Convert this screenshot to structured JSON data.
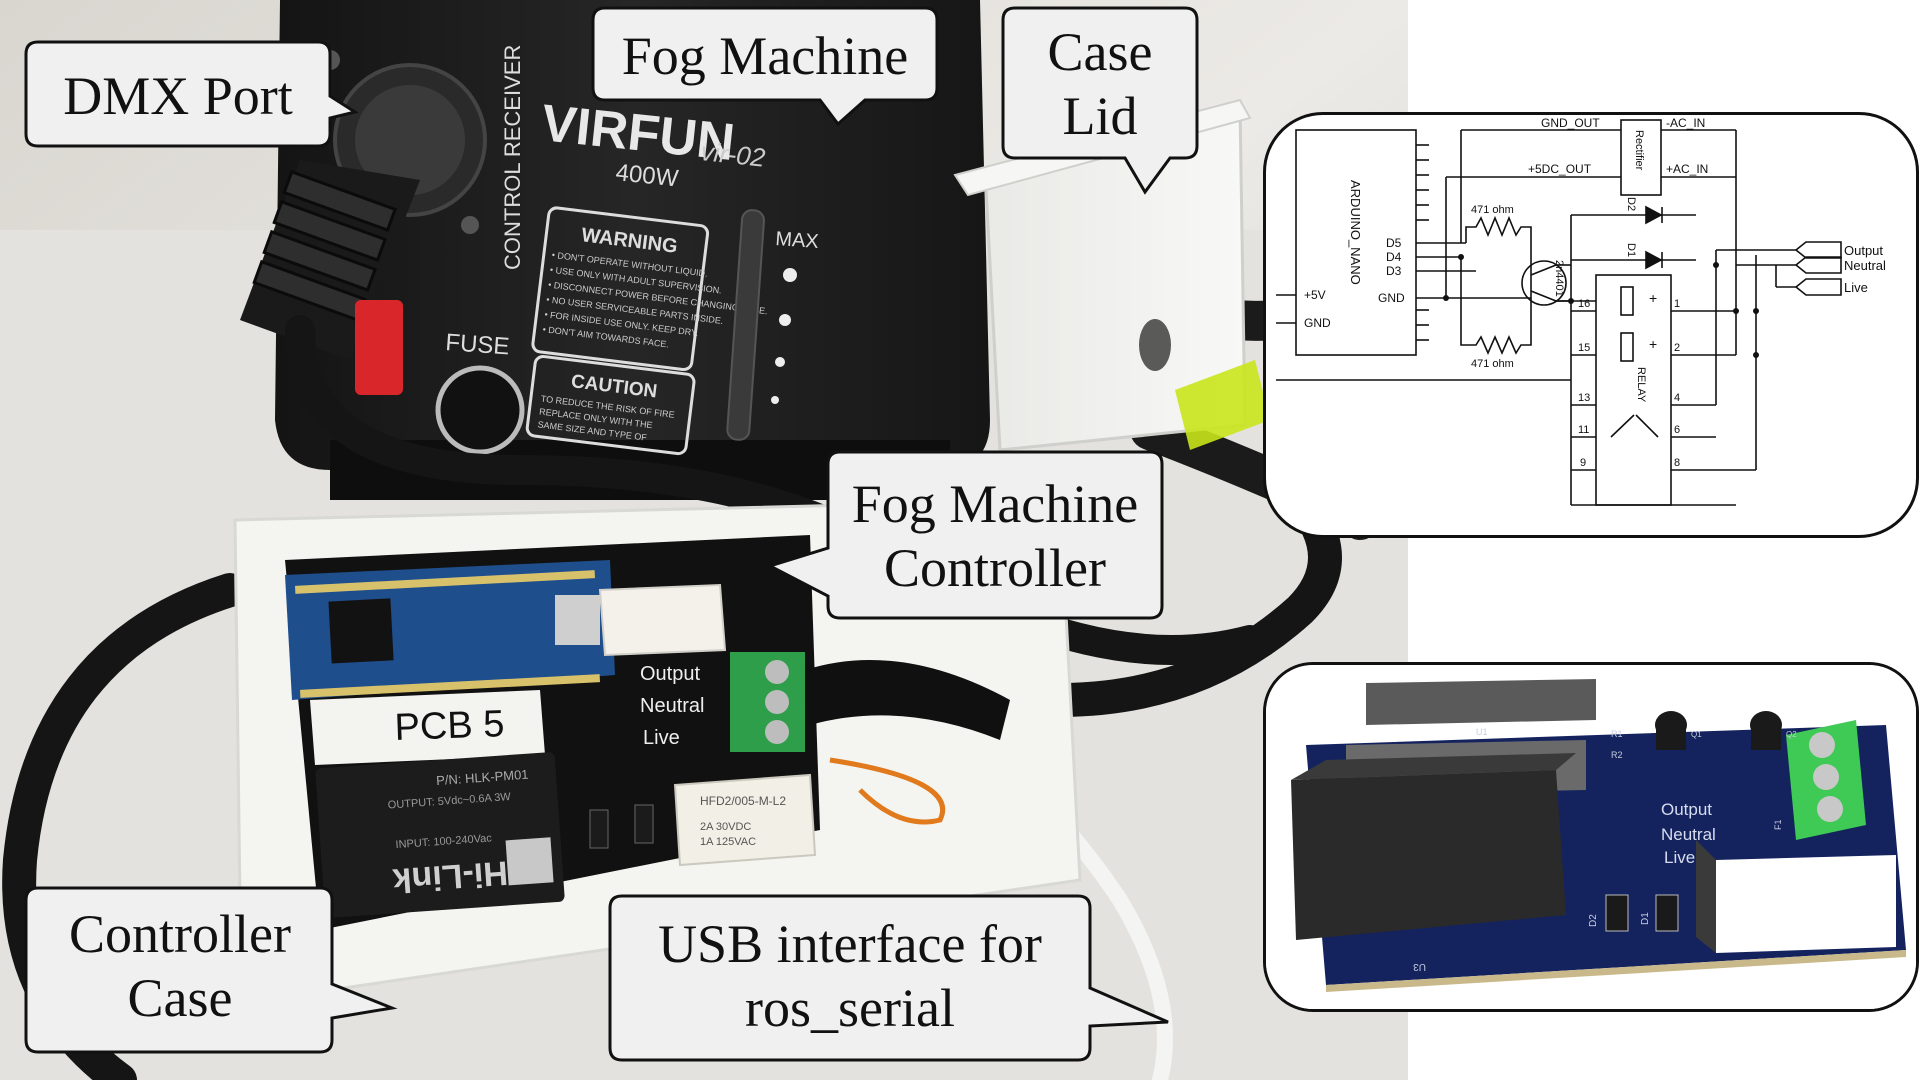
{
  "callouts": {
    "dmx_port": [
      "DMX Port"
    ],
    "fog_machine": [
      "Fog Machine"
    ],
    "case_lid": [
      "Case",
      "Lid"
    ],
    "fog_machine_controller": [
      "Fog Machine",
      "Controller"
    ],
    "controller_case": [
      "Controller",
      "Case"
    ],
    "usb_interface": [
      "USB interface for",
      "ros_serial"
    ]
  },
  "device": {
    "brand": "VIRFUN",
    "model": "vir-02",
    "power": "400W",
    "side_label": "CONTROL RECEIVER",
    "fuse_label": "FUSE",
    "max_label": "MAX",
    "warning_title": "WARNING",
    "warning_lines": [
      "• DON'T OPERATE WITHOUT LIQUID.",
      "• USE ONLY WITH ADULT SUPERVISION.",
      "• DISCONNECT POWER BEFORE CHANGING FUSE.",
      "• NO USER SERVICEABLE PARTS INSIDE.",
      "• FOR INSIDE USE ONLY. KEEP DRY.",
      "• DON'T AIM TOWARDS FACE."
    ],
    "caution_title": "CAUTION",
    "caution_lines": [
      "TO REDUCE THE RISK OF FIRE",
      "REPLACE ONLY WITH THE",
      "SAME SIZE AND TYPE OF"
    ]
  },
  "board": {
    "pcb_label": "PCB 5",
    "terminal_labels": [
      "Output",
      "Neutral",
      "Live"
    ],
    "power_module_brand": "Hi-Link",
    "power_module_pn": "P/N: HLK-PM01",
    "power_module_output": "OUTPUT: 5Vdc~0.6A 3W",
    "power_module_input": "INPUT: 100-240Vac",
    "relay_model": "HFD2/005-M-L2",
    "relay_rating1": "2A 30VDC",
    "relay_rating2": "1A 125VAC"
  },
  "schematic": {
    "arduino": "ARDUINO_NANO",
    "left_pins": [
      "+5V",
      "GND"
    ],
    "right_pins": [
      "D5",
      "D4",
      "D3",
      "GND"
    ],
    "gnd_out": "GND_OUT",
    "vdc_out": "+5DC_OUT",
    "rectifier": "Rectifier",
    "ac_in_minus": "-AC_IN",
    "ac_in_plus": "+AC_IN",
    "resistor_top": "471 ohm",
    "resistor_bottom": "471 ohm",
    "transistor": "2n4401",
    "diode1": "D1",
    "diode2": "D2",
    "relay": "RELAY",
    "relay_pins_left": [
      "16",
      "15",
      "13",
      "11",
      "9"
    ],
    "relay_pins_right": [
      "1",
      "2",
      "4",
      "6",
      "8"
    ],
    "outputs": [
      "Output",
      "Neutral",
      "Live"
    ]
  },
  "pcb3d": {
    "terminal_labels": [
      "Output",
      "Neutral",
      "Live"
    ],
    "refs": [
      "U1",
      "R1",
      "R2",
      "Q1",
      "Q2",
      "D2",
      "D1",
      "U3",
      "F1"
    ]
  },
  "colors": {
    "fog_machine_body": "#1e1e1e",
    "case": "#f2f2ee",
    "arduino_blue": "#1f4e8c",
    "terminal_green": "#2e9e4a",
    "pcb_navy": "#14235e",
    "cable": "#151515",
    "callout_fill": "#f0f0f0"
  }
}
